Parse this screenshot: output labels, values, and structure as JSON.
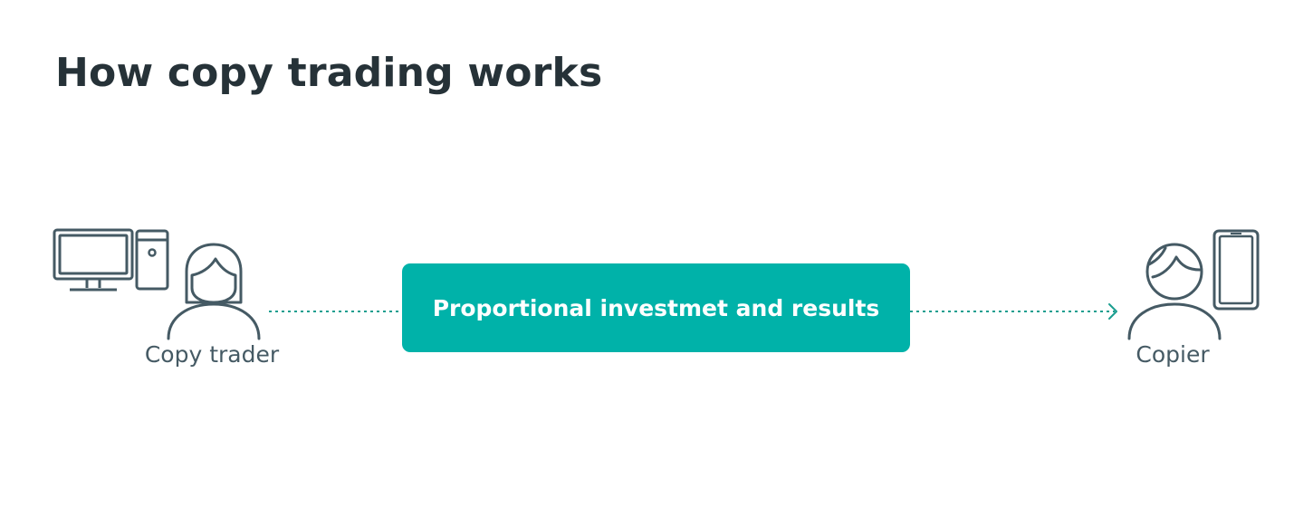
{
  "title": "How copy trading works",
  "nodes": {
    "copy_trader": {
      "label": "Copy trader",
      "icons": [
        "desktop-computer-icon",
        "pc-tower-icon",
        "woman-avatar-icon"
      ]
    },
    "process": {
      "label": "Proportional investmet and results"
    },
    "copier": {
      "label": "Copier",
      "icons": [
        "man-avatar-icon",
        "smartphone-icon"
      ]
    }
  },
  "colors": {
    "title": "#263238",
    "icon_stroke": "#455a64",
    "accent": "#00b2a9",
    "connector": "#1a9e8f"
  }
}
